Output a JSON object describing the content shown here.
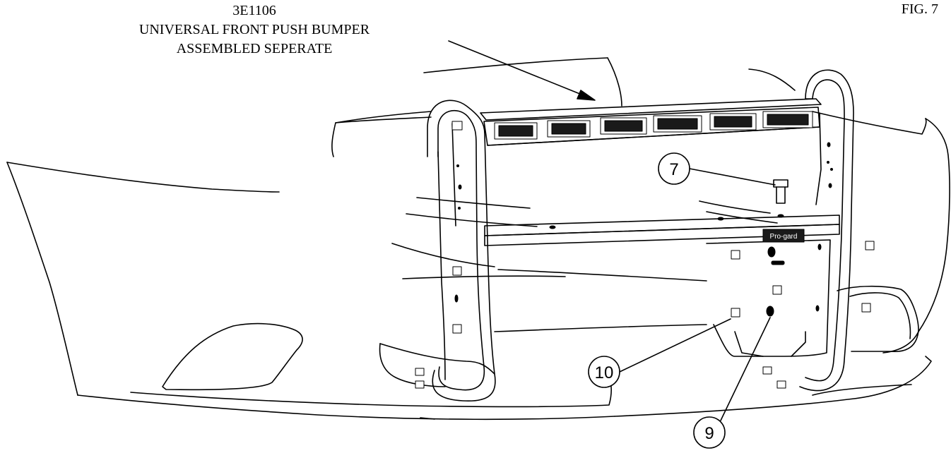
{
  "header": {
    "part_number": "3E1106",
    "title_line_1": "UNIVERSAL FRONT PUSH BUMPER",
    "title_line_2": "ASSEMBLED SEPERATE",
    "figure_label": "FIG. 7"
  },
  "callouts": [
    {
      "id": "callout-7",
      "label": "7"
    },
    {
      "id": "callout-10",
      "label": "10"
    },
    {
      "id": "callout-9",
      "label": "9"
    }
  ],
  "brand_plate": "Pro-gard",
  "colors": {
    "line": "#000000",
    "background": "#ffffff",
    "light_bar": "#1a1a1a"
  }
}
